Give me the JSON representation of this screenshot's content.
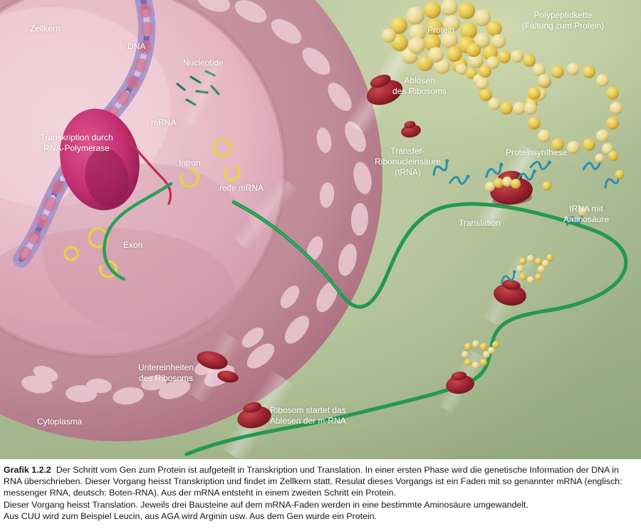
{
  "figure": {
    "labels": {
      "zellkern": "Zellkern",
      "dna": "DNA",
      "nucleotide": "Nucleotide",
      "mrna": "mRNA",
      "transkription_1": "Transkription durch",
      "transkription_2": "RNA-Polymerase",
      "intron": "Intron",
      "reife_mrna": "reife mRNA",
      "exon": "Exon",
      "untereinheiten_1": "Untereinheiten",
      "untereinheiten_2": "des Ribosoms",
      "cytoplasma": "Cytoplasma",
      "ribosom_startet_1": "Ribosom startet das",
      "ribosom_startet_2": "Ablesen der m-RNA",
      "abloesen_1": "Ablösen",
      "abloesen_2": "des Ribosoms",
      "protein": "Protein",
      "polypeptid_1": "Polypeptidkette",
      "polypeptid_2": "(Faltung zum Protein)",
      "trna_1": "Transfer-",
      "trna_2": "Ribonucleinsäure",
      "trna_3": "(tRNA)",
      "proteinsynthese": "Proteinsynthese",
      "translation": "Translation",
      "trna_mit_1": "tRNA mit",
      "trna_mit_2": "Aminosäure"
    },
    "colors": {
      "background_green": "#b0c096",
      "nucleus_envelope": "#bb7d8c",
      "nucleus_inner": "#e7bcc8",
      "pore_pink": "#ecccd6",
      "dna_purple": "#9c8cc6",
      "mrna_green": "#23994f",
      "ribosome_red": "#9e2430",
      "polymerase_magenta": "#c22e72",
      "protein_yellow": "#e3c44c",
      "trna_teal": "#2f8fa8",
      "intron_yellow": "#e6d14c"
    }
  },
  "caption": {
    "label": "Grafik 1.2.2",
    "paragraph": "Der Schritt vom Gen zum Protein ist aufgeteilt in Transkription und Translation. In einer ersten Phase wird die genetische Information der DNA in RNA überschrieben. Dieser Vorgang heisst Transkription und findet im Zellkern statt. Resulat dieses Vorgangs ist ein Faden mit so genannter mRNA (englisch: messenger RNA, deutsch: Boten-RNA). Aus der mRNA entsteht in einem zweiten Schritt ein Protein.",
    "line2": "Dieser Vorgang heisst Translation. Jeweils drei Bausteine auf dem mRNA-Faden werden in eine bestimmte Aminosäure umgewandelt.",
    "line3": "Aus CUU wird zum Beispiel Leucin, aus AGA wird Arginin usw. Aus dem Gen wurde ein Protein."
  }
}
